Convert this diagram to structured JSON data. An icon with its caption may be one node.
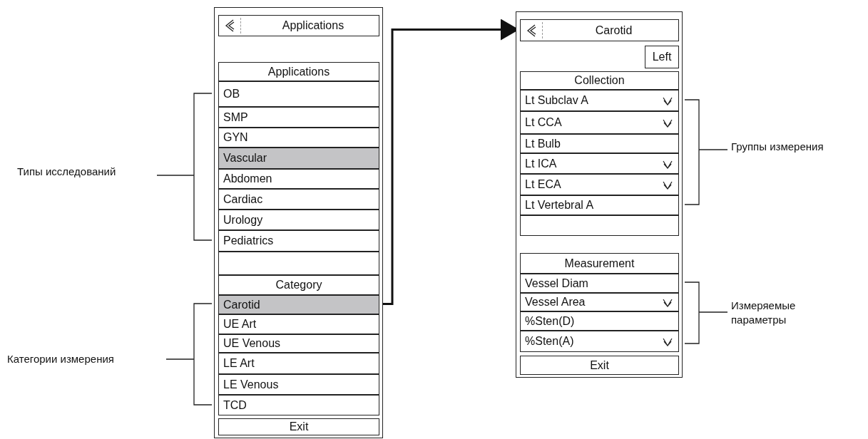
{
  "diagram": {
    "nodes": [
      {
        "text": [],
        "shape": "box"
      },
      {
        "text": [
          "Applications"
        ],
        "in": 0
      },
      {
        "text": [
          "Applications"
        ],
        "in": 0
      },
      {
        "text": [
          "OB"
        ],
        "in": 0
      },
      {
        "text": [
          "SMP"
        ],
        "in": 0
      },
      {
        "text": [
          "GYN"
        ],
        "in": 0
      },
      {
        "text": [
          "Vascular"
        ],
        "in": 0
      },
      {
        "text": [
          "Abdomen"
        ],
        "in": 0
      },
      {
        "text": [
          "Cardiac"
        ],
        "in": 0
      },
      {
        "text": [
          "Urology"
        ],
        "in": 0
      },
      {
        "text": [
          "Pediatrics"
        ],
        "in": 0
      },
      {
        "text": [],
        "shape": "box",
        "in": 0
      },
      {
        "text": [
          "Category"
        ],
        "in": 0
      },
      {
        "text": [
          "Carotid"
        ],
        "in": 0
      },
      {
        "text": [
          "UE Art"
        ],
        "in": 0
      },
      {
        "text": [
          "UE Venous"
        ],
        "in": 0
      },
      {
        "text": [
          "LE Art"
        ],
        "in": 0
      },
      {
        "text": [
          "LE Venous"
        ],
        "in": 0
      },
      {
        "text": [
          "TCD"
        ],
        "in": 0
      },
      {
        "text": [
          "Exit"
        ],
        "in": 0
      },
      {
        "text": [],
        "shape": "box"
      },
      {
        "text": [
          "Carotid"
        ],
        "in": 20
      },
      {
        "text": [
          "Left"
        ],
        "in": 20
      },
      {
        "text": [
          "Collection"
        ],
        "in": 20
      },
      {
        "text": [
          "Lt Subclav A"
        ],
        "in": 20
      },
      {
        "text": [
          "Lt CCA"
        ],
        "in": 20
      },
      {
        "text": [
          "Lt Bulb"
        ],
        "in": 20
      },
      {
        "text": [
          "Lt ICA"
        ],
        "in": 20
      },
      {
        "text": [
          "Lt ECA"
        ],
        "in": 20
      },
      {
        "text": [
          "Lt Vertebral A"
        ],
        "in": 20
      },
      {
        "text": [],
        "shape": "box",
        "in": 20
      },
      {
        "text": [
          "Measurement"
        ],
        "in": 20
      },
      {
        "text": [
          "Vessel Diam"
        ],
        "in": 20
      },
      {
        "text": [
          "Vessel Area"
        ],
        "in": 20
      },
      {
        "text": [
          "%Sten(D)"
        ],
        "in": 20
      },
      {
        "text": [
          "%Sten(A)"
        ],
        "in": 20
      },
      {
        "text": [
          "Exit"
        ],
        "in": 20
      }
    ],
    "edges": [
      {
        "from": 13,
        "to": 21,
        "arrow": "to"
      }
    ],
    "labels": [
      "Типы исследований",
      "Группы измерения",
      "Категории измерения",
      "Измеряемые параметры"
    ]
  }
}
